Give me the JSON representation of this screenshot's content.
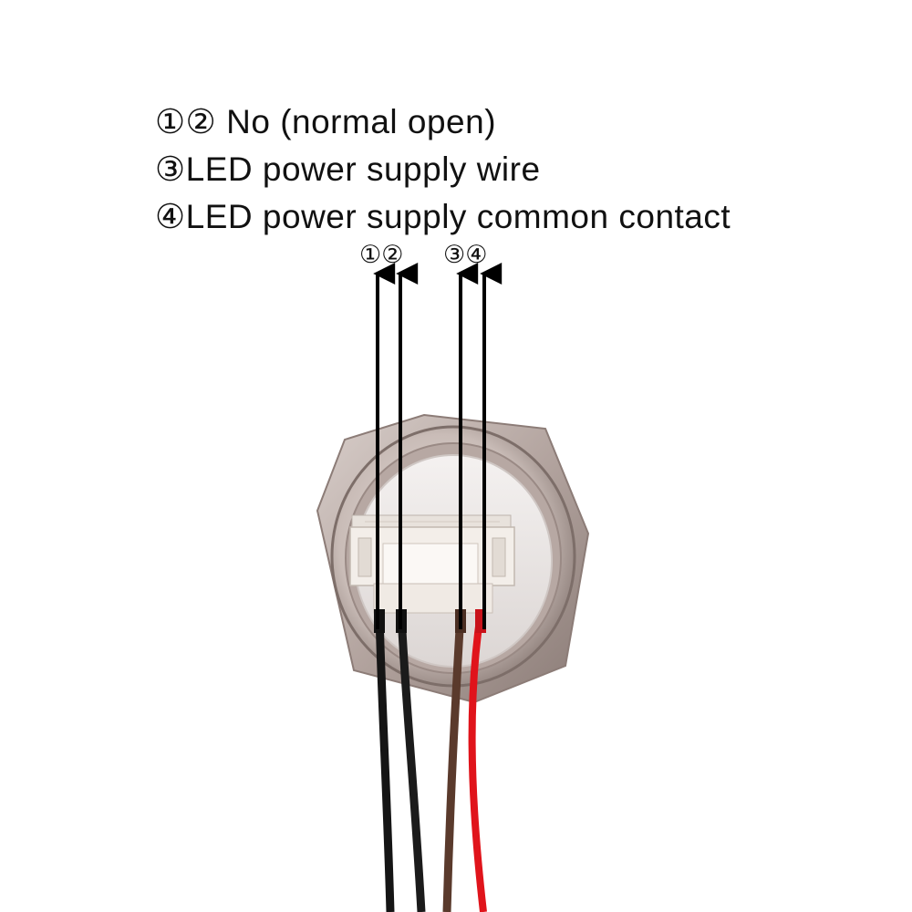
{
  "legend": {
    "line1": "①② No (normal open)",
    "line2": "③LED power supply wire",
    "line3": "④LED power supply common contact"
  },
  "pins": {
    "label_12": "①②",
    "label_34": "③④"
  },
  "colors": {
    "background": "#ffffff",
    "text": "#111111",
    "arrow": "#000000",
    "wire_black": "#151515",
    "wire_brown": "#5a3a2c",
    "wire_red": "#e0141b",
    "metal": "#b9aba6",
    "connector": "#f2ede8"
  },
  "icons": {
    "switch": "metal-push-button-switch",
    "connector": "white-4-pin-connector"
  }
}
